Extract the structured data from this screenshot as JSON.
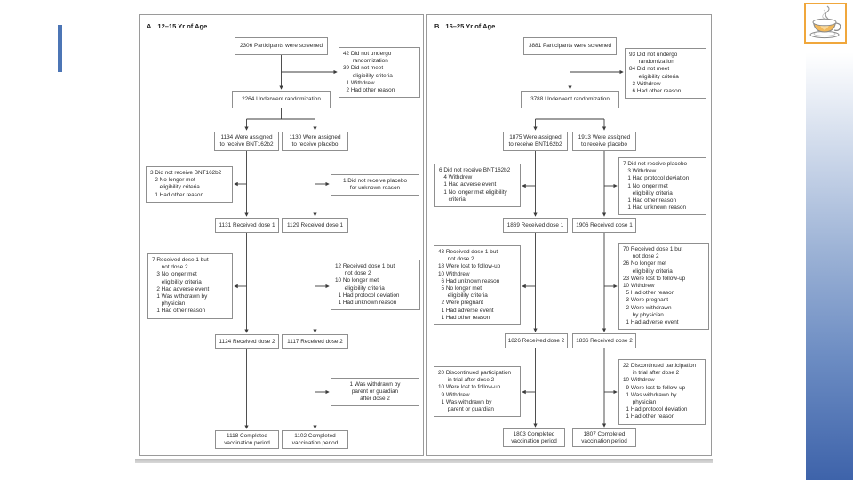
{
  "slide": {
    "accent_bar_color": "#4c75b5",
    "gradient_top_color": "#ffffff",
    "gradient_bottom_color": "#3e63aa",
    "logo_border_color": "#f0a73c",
    "logo_icon": "coffee-cup-with-heart"
  },
  "figure": {
    "panel_a": {
      "label_letter": "A",
      "label_text": "12–15 Yr of Age",
      "boxes": {
        "screened": "2306 Participants were screened",
        "not_randomized": "42 Did not undergo\n      randomization\n39 Did not meet\n      eligibility criteria\n  1 Withdrew\n  2 Had other reason",
        "randomized": "2264 Underwent randomization",
        "assigned_bnt": "1134 Were assigned\nto receive BNT162b2",
        "assigned_placebo": "1130 Were assigned\nto receive placebo",
        "not_received_bnt": "3 Did not receive BNT162b2\n   2 No longer met\n      eligibility criteria\n   1 Had other reason",
        "not_received_placebo": "1 Did not receive placebo\nfor unknown reason",
        "dose1_bnt": "1131 Received dose 1",
        "dose1_placebo": "1129 Received dose 1",
        "missed_dose2_bnt": "7 Received dose 1 but\n      not dose 2\n   3 No longer met\n      eligibility criteria\n   2 Had adverse event\n   1 Was withdrawn by\n      physician\n   1 Had other reason",
        "missed_dose2_placebo": "12 Received dose 1 but\n      not dose 2\n10 No longer met\n      eligibility criteria\n  1 Had protocol deviation\n  1 Had unknown reason",
        "dose2_bnt": "1124 Received dose 2",
        "dose2_placebo": "1117 Received dose 2",
        "withdrawn_after_dose2_placebo": "1 Was withdrawn by\nparent or guardian\nafter dose 2",
        "completed_bnt": "1118 Completed\nvaccination period",
        "completed_placebo": "1102 Completed\nvaccination period"
      }
    },
    "panel_b": {
      "label_letter": "B",
      "label_text": "16–25 Yr of Age",
      "boxes": {
        "screened": "3881 Participants were screened",
        "not_randomized": "93 Did not undergo\n      randomization\n84 Did not meet\n      eligibility criteria\n  3 Withdrew\n  6 Had other reason",
        "randomized": "3788 Underwent randomization",
        "assigned_bnt": "1875 Were assigned\nto receive BNT162b2",
        "assigned_placebo": "1913 Were assigned\nto receive placebo",
        "not_received_bnt": "6 Did not receive BNT162b2\n   4 Withdrew\n   1 Had adverse event\n   1 No longer met eligibility\n      criteria",
        "not_received_placebo": "7 Did not receive placebo\n   3 Withdrew\n   1 Had protocol deviation\n   1 No longer met\n      eligibility criteria\n   1 Had other reason\n   1 Had unknown reason",
        "dose1_bnt": "1869 Received dose 1",
        "dose1_placebo": "1906 Received dose 1",
        "missed_dose2_bnt": "43 Received dose 1 but\n      not dose 2\n18 Were lost to follow-up\n10 Withdrew\n  6 Had unknown reason\n  5 No longer met\n      eligibility criteria\n  2 Were pregnant\n  1 Had adverse event\n  1 Had other reason",
        "missed_dose2_placebo": "70 Received dose 1 but\n      not dose 2\n26 No longer met\n      eligibility criteria\n23 Were lost to follow-up\n10 Withdrew\n  5 Had other reason\n  3 Were pregnant\n  2 Were withdrawn\n      by physician\n  1 Had adverse event",
        "dose2_bnt": "1826 Received dose 2",
        "dose2_placebo": "1836 Received dose 2",
        "discontinued_bnt": "20 Discontinued participation\n      in trial after dose 2\n10 Were lost to follow-up\n  9 Withdrew\n  1 Was withdrawn by\n      parent or guardian",
        "discontinued_placebo": "22 Discontinued participation\n      in trial after dose 2\n10 Withdrew\n  9 Were lost to follow-up\n  1 Was withdrawn by\n      physician\n  1 Had protocol deviation\n  1 Had other reason",
        "completed_bnt": "1803 Completed\nvaccination period",
        "completed_placebo": "1807 Completed\nvaccination period"
      }
    }
  }
}
